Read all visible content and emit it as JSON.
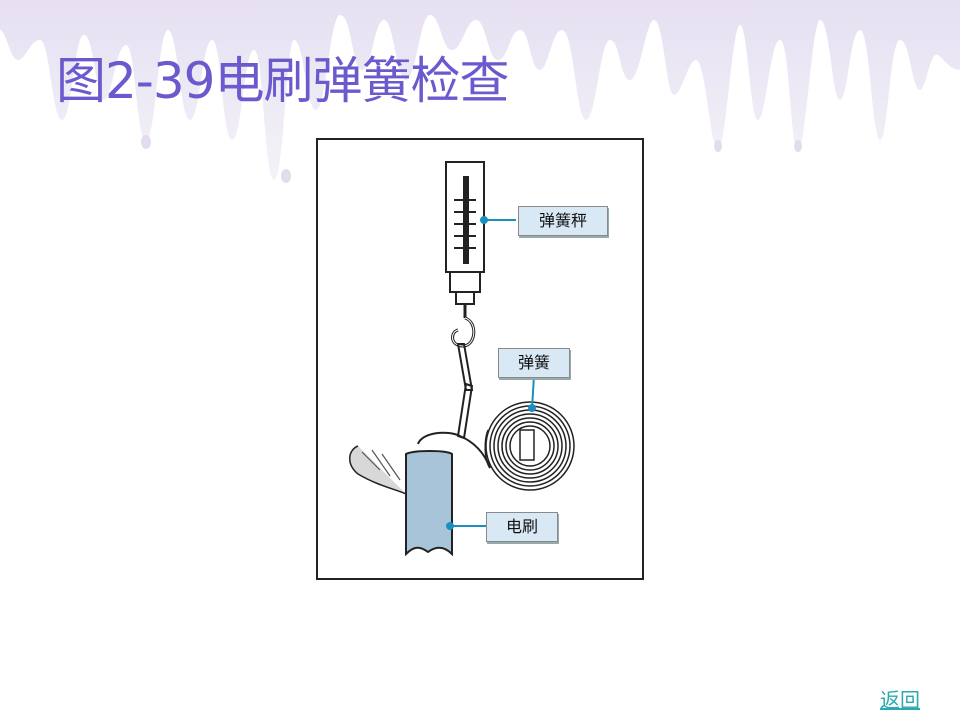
{
  "title": "图2-39电刷弹簧检查",
  "labels": {
    "scale": "弹簧秤",
    "spring": "弹簧",
    "brush": "电刷"
  },
  "nav": {
    "return_label": "返回"
  },
  "colors": {
    "title": "#6a5acd",
    "leader": "#1a8fc0",
    "label_bg": "#d8e8f4",
    "brush": "#a8c4d8",
    "link": "#2aa9b0",
    "drip": "#e4def0"
  }
}
